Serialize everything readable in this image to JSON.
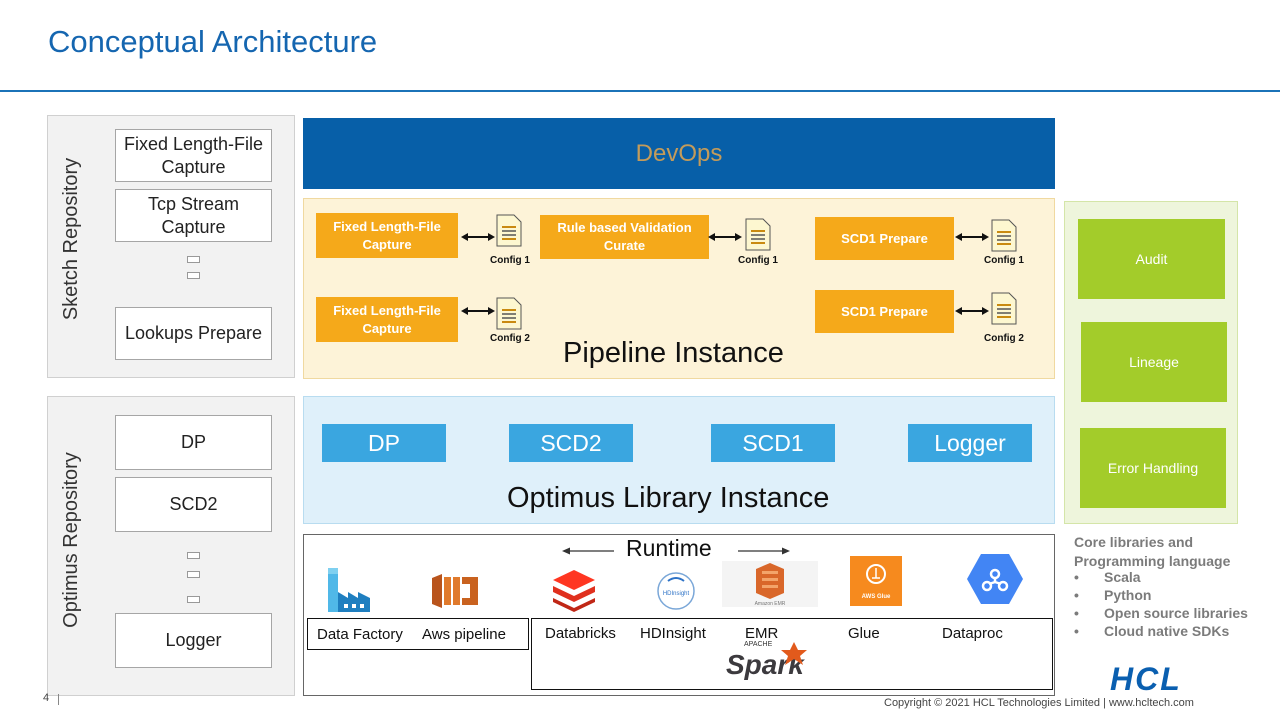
{
  "title": "Conceptual Architecture",
  "sketch_repository": {
    "label": "Sketch Repository",
    "items": [
      "Fixed Length-File Capture",
      "Tcp Stream Capture",
      "Lookups Prepare"
    ]
  },
  "optimus_repository": {
    "label": "Optimus Repository",
    "items": [
      "DP",
      "SCD2",
      "Logger"
    ]
  },
  "devops": {
    "label": "DevOps"
  },
  "pipeline": {
    "title": "Pipeline Instance",
    "steps": [
      {
        "label": "Fixed Length-File Capture",
        "config": "Config 1"
      },
      {
        "label": "Rule based Validation Curate",
        "config": "Config 1"
      },
      {
        "label": "SCD1 Prepare",
        "config": "Config 1"
      },
      {
        "label": "Fixed Length-File Capture",
        "config": "Config 2"
      },
      {
        "label": "SCD1 Prepare",
        "config": "Config 2"
      }
    ]
  },
  "library": {
    "title": "Optimus Library Instance",
    "items": [
      "DP",
      "SCD2",
      "SCD1",
      "Logger"
    ]
  },
  "runtime": {
    "label": "Runtime",
    "platforms": [
      "Data Factory",
      "Aws pipeline",
      "Databricks",
      "HDInsight",
      "EMR",
      "Glue",
      "Dataproc"
    ],
    "icon_texts": {
      "hdinsight": "HDInsight",
      "emr": "Amazon EMR",
      "glue": "AWS Glue",
      "spark_top": "APACHE",
      "spark": "Spark"
    }
  },
  "governance": {
    "items": [
      "Audit",
      "Lineage",
      "Error Handling"
    ]
  },
  "core": {
    "title": "Core libraries and Programming language",
    "items": [
      "Scala",
      "Python",
      "Open source libraries",
      "Cloud native SDKs"
    ]
  },
  "footer": {
    "page_number": "4",
    "copyright": "Copyright © 2021 HCL Technologies Limited  |  www.hcltech.com",
    "logo": "HCL"
  },
  "colors": {
    "title": "#1566b0",
    "devops": "#075fa8",
    "pipeline_step": "#f5a91a",
    "library_item": "#3aa6e0",
    "governance": "#a3cc2a"
  }
}
